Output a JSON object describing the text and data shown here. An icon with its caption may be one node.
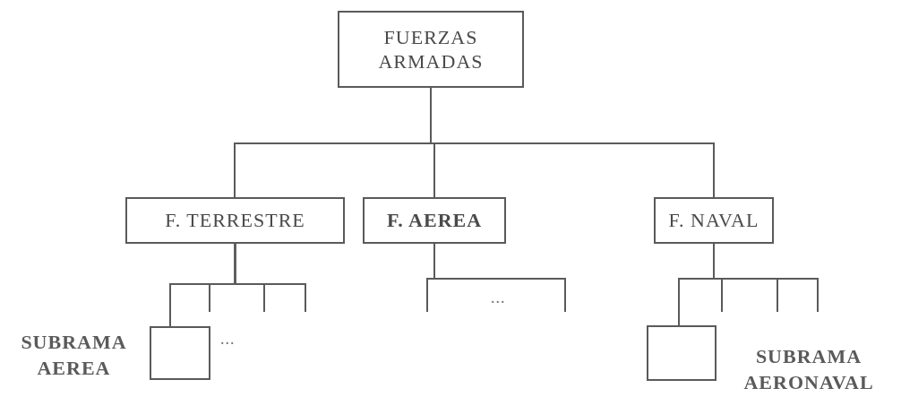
{
  "diagram": {
    "nodes": [
      {
        "text": [
          "FUERZAS ARMADAS"
        ]
      },
      {
        "text": [
          "F. TERRESTRE"
        ]
      },
      {
        "text": [
          "F. AEREA"
        ]
      },
      {
        "text": [
          "F. NAVAL"
        ]
      },
      {
        "text": [],
        "shape": "box",
        "beside": [
          "SUBRAMA AEREA"
        ]
      },
      {
        "text": [],
        "shape": "box",
        "beside": [
          "SUBRAMA AERONAVAL"
        ]
      }
    ],
    "edges": [
      {
        "from": 0,
        "to": 1,
        "arrow": "none"
      },
      {
        "from": 0,
        "to": 2,
        "arrow": "none"
      },
      {
        "from": 0,
        "to": 3,
        "arrow": "none"
      },
      {
        "from": 1,
        "to": 4,
        "arrow": "none"
      },
      {
        "from": 1,
        "to": null,
        "arrow": "none"
      },
      {
        "from": 1,
        "to": null,
        "arrow": "none"
      },
      {
        "from": 1,
        "to": null,
        "arrow": "none"
      },
      {
        "from": 2,
        "to": null,
        "arrow": "none"
      },
      {
        "from": 2,
        "to": null,
        "arrow": "none"
      },
      {
        "from": 3,
        "to": 5,
        "arrow": "none"
      },
      {
        "from": 3,
        "to": null,
        "arrow": "none"
      },
      {
        "from": 3,
        "to": null,
        "arrow": "none"
      },
      {
        "from": 3,
        "to": null,
        "arrow": "none"
      }
    ],
    "labels": [
      "...",
      "..."
    ]
  }
}
